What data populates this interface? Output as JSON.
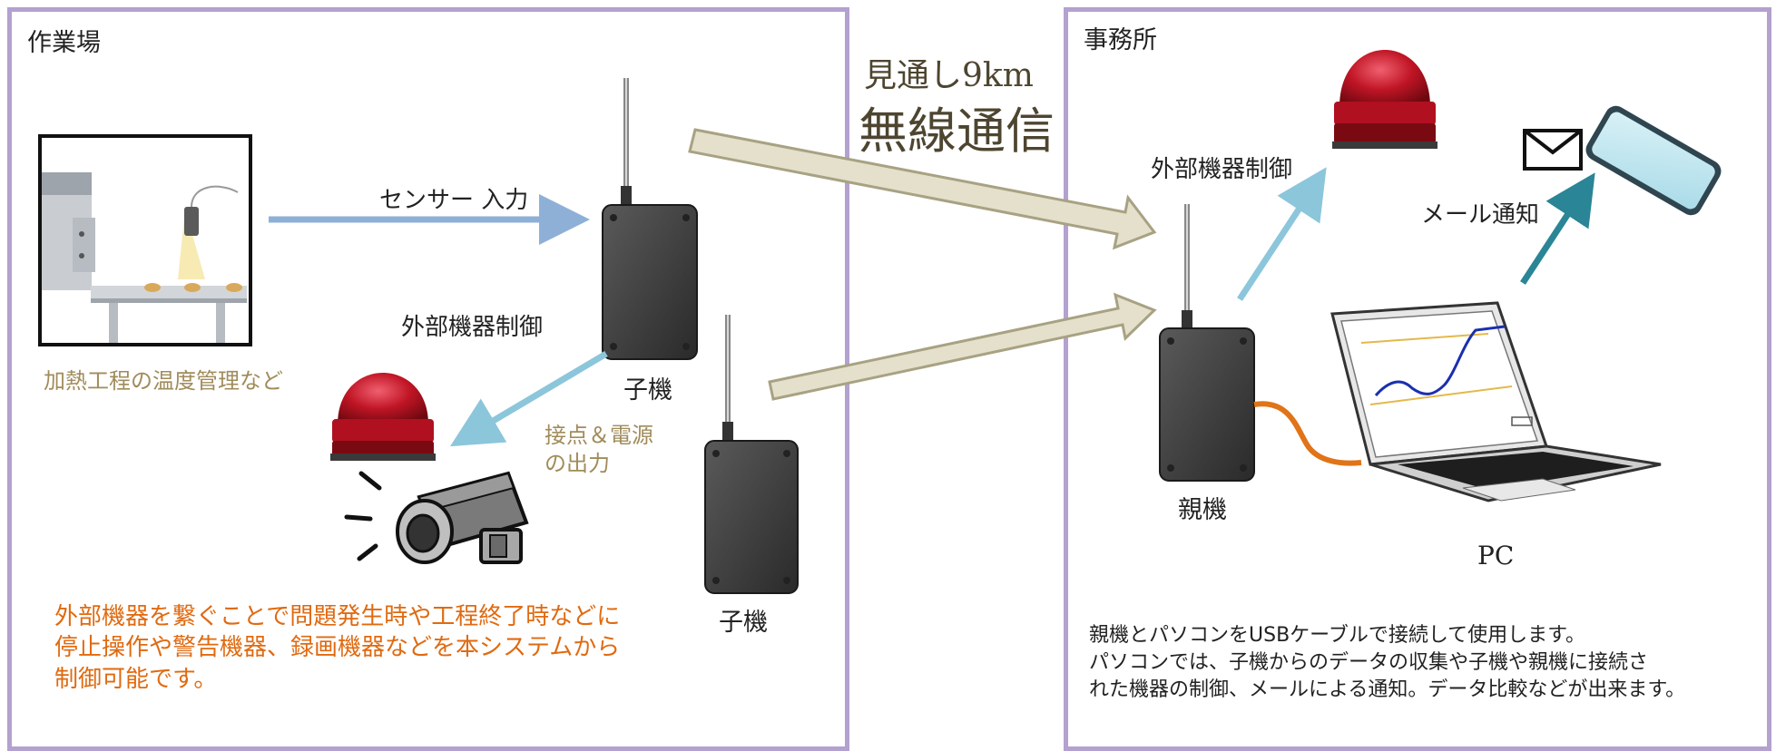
{
  "workshop": {
    "title": "作業場",
    "machine_caption": "加熱工程の温度管理など",
    "sensor_label": "センサー 入力",
    "ext_control_label": "外部機器制御",
    "child_unit_label_1": "子機",
    "child_unit_label_2": "子機",
    "contact_output_label": "接点＆電源\nの出力",
    "description": "外部機器を繋ぐことで問題発生時や工程終了時などに\n停止操作や警告機器、録画機器などを本システムから\n制御可能です。"
  },
  "wireless": {
    "range_label": "見通し9km",
    "title": "無線通信"
  },
  "office": {
    "title": "事務所",
    "ext_control_label": "外部機器制御",
    "mail_label": "メール通知",
    "parent_unit_label": "親機",
    "pc_label": "PC",
    "description": "親機とパソコンをUSBケーブルで接続して使用します。\nパソコンでは、子機からのデータの収集や子機や親機に接続さ\nれた機器の制御、メールによる通知。データ比較などが出来ます。"
  },
  "colors": {
    "panel_border": "#b3a1cf",
    "caption_tan": "#a08c5b",
    "orange_text": "#e06a10",
    "wireless_text": "#4d4530",
    "sensor_arrow": "#8fb0d6",
    "control_arrow": "#8cc6db",
    "mail_arrow": "#2a8596",
    "wireless_arrow_fill": "#e4e0cc",
    "wireless_arrow_stroke": "#a8a283",
    "usb_cable": "#e07418"
  },
  "icons": [
    "camera-icon",
    "warning-light-icon",
    "envelope-icon",
    "smartphone-icon",
    "laptop-icon",
    "wireless-unit-icon",
    "sensor-machine-icon"
  ]
}
